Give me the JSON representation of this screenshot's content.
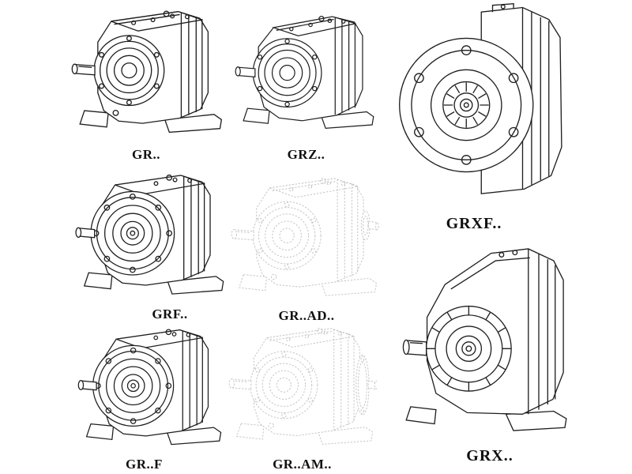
{
  "page": {
    "background": "#ffffff",
    "colors": {
      "line": "#1f1f1f",
      "phantom": "#c5c5c5",
      "label": "#101010"
    }
  },
  "catalog": {
    "description": "Helical gear reducer model family line drawings",
    "items": [
      {
        "id": "gr",
        "label": "GR..",
        "style": "solid",
        "view": "foot-mounted-inline"
      },
      {
        "id": "grz",
        "label": "GRZ..",
        "style": "solid",
        "view": "foot-mounted-inline"
      },
      {
        "id": "grxf",
        "label": "GRXF..",
        "style": "solid",
        "view": "flange-front"
      },
      {
        "id": "grf",
        "label": "GRF..",
        "style": "solid",
        "view": "flange-mounted"
      },
      {
        "id": "gr-ad",
        "label": "GR..AD..",
        "style": "phantom",
        "view": "input-adapter"
      },
      {
        "id": "gr-f",
        "label": "GR..F",
        "style": "solid",
        "view": "flange-mounted"
      },
      {
        "id": "gr-am",
        "label": "GR..AM..",
        "style": "phantom",
        "view": "motor-adapter"
      },
      {
        "id": "grx",
        "label": "GRX..",
        "style": "solid",
        "view": "helical-large"
      }
    ]
  }
}
